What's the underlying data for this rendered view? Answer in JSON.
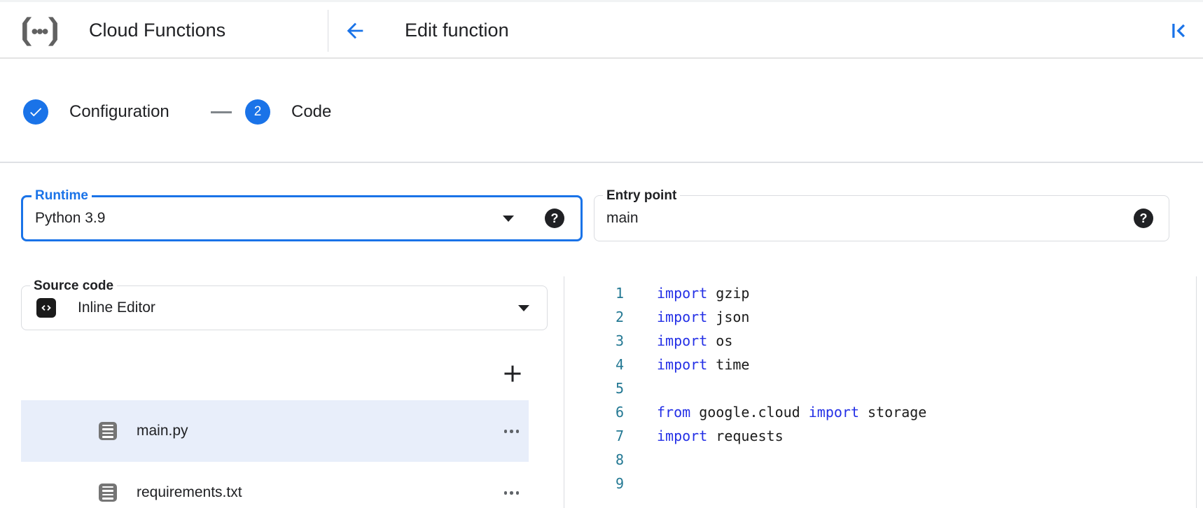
{
  "header": {
    "product": "Cloud Functions",
    "page_title": "Edit function"
  },
  "stepper": {
    "steps": [
      {
        "label": "Configuration",
        "status": "complete"
      },
      {
        "label": "Code",
        "number": "2",
        "status": "current"
      }
    ]
  },
  "form": {
    "runtime": {
      "label": "Runtime",
      "value": "Python 3.9"
    },
    "entry_point": {
      "label": "Entry point",
      "value": "main"
    },
    "source_code": {
      "label": "Source code",
      "value": "Inline Editor"
    }
  },
  "files": [
    {
      "name": "main.py",
      "selected": true
    },
    {
      "name": "requirements.txt",
      "selected": false
    }
  ],
  "editor": {
    "lines": [
      {
        "n": "1",
        "tokens": [
          [
            "kw",
            "import"
          ],
          [
            "pl",
            " gzip"
          ]
        ]
      },
      {
        "n": "2",
        "tokens": [
          [
            "kw",
            "import"
          ],
          [
            "pl",
            " json"
          ]
        ]
      },
      {
        "n": "3",
        "tokens": [
          [
            "kw",
            "import"
          ],
          [
            "pl",
            " os"
          ]
        ]
      },
      {
        "n": "4",
        "tokens": [
          [
            "kw",
            "import"
          ],
          [
            "pl",
            " time"
          ]
        ]
      },
      {
        "n": "5",
        "tokens": []
      },
      {
        "n": "6",
        "tokens": [
          [
            "kw",
            "from"
          ],
          [
            "pl",
            " google.cloud "
          ],
          [
            "kw",
            "import"
          ],
          [
            "pl",
            " storage"
          ]
        ]
      },
      {
        "n": "7",
        "tokens": [
          [
            "kw",
            "import"
          ],
          [
            "pl",
            " requests"
          ]
        ]
      },
      {
        "n": "8",
        "tokens": []
      },
      {
        "n": "9",
        "tokens": []
      }
    ]
  },
  "icons": {
    "logo": "cloud-functions-logo",
    "back": "arrow-back-icon",
    "collapse": "collapse-panel-left-icon",
    "step_complete": "check-icon",
    "help": "question-mark-help-icon",
    "source_badge": "code-brackets-icon",
    "add": "plus-icon",
    "file": "document-icon",
    "menu": "more-horizontal-icon"
  },
  "colors": {
    "accent_blue": "#1a73e8",
    "text_primary": "#202124",
    "keyword_blue": "#2430e6",
    "line_number_teal": "#237893",
    "selected_row_bg": "#e8eefa",
    "border_gray": "#dadce0"
  }
}
